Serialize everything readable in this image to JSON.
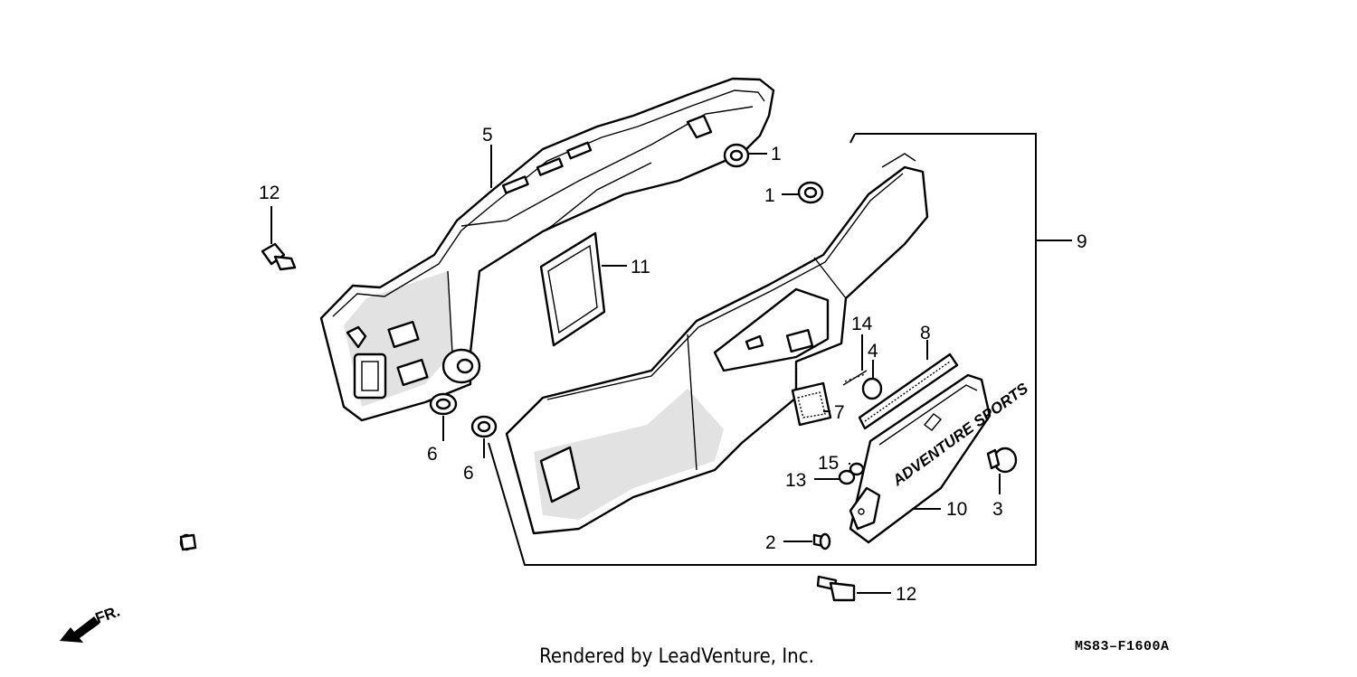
{
  "callouts": [
    {
      "id": "c1a",
      "text": "1"
    },
    {
      "id": "c1b",
      "text": "1"
    },
    {
      "id": "c2",
      "text": "2"
    },
    {
      "id": "c3",
      "text": "3"
    },
    {
      "id": "c4",
      "text": "4"
    },
    {
      "id": "c5",
      "text": "5"
    },
    {
      "id": "c6a",
      "text": "6"
    },
    {
      "id": "c6b",
      "text": "6"
    },
    {
      "id": "c7",
      "text": "7"
    },
    {
      "id": "c8",
      "text": "8"
    },
    {
      "id": "c9",
      "text": "9"
    },
    {
      "id": "c10",
      "text": "10"
    },
    {
      "id": "c11",
      "text": "11"
    },
    {
      "id": "c12a",
      "text": "12"
    },
    {
      "id": "c12b",
      "text": "12"
    },
    {
      "id": "c13",
      "text": "13"
    },
    {
      "id": "c14",
      "text": "14"
    },
    {
      "id": "c15",
      "text": "15"
    }
  ],
  "emblem_text": "ADVENTURE SPORTS",
  "front_arrow_label": "FR.",
  "footer_text": "Rendered by LeadVenture, Inc.",
  "diagram_code": "MS83–F1600A"
}
